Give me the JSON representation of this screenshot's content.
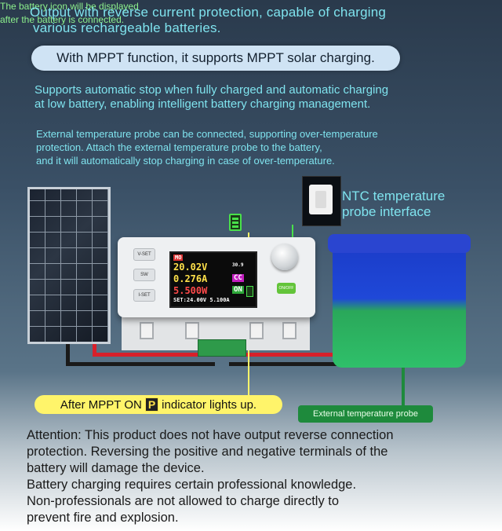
{
  "intro": {
    "line1": "Output with reverse current protection, capable of charging",
    "line2": "various rechargeable batteries."
  },
  "mppt_pill": "With MPPT function, it supports MPPT solar charging.",
  "autostop": {
    "line1": "Supports automatic stop when fully charged and automatic charging",
    "line2": "at low battery, enabling intelligent battery charging management."
  },
  "probe_desc": {
    "line1": "External temperature probe can be connected, supporting over-temperature",
    "line2": "protection. Attach the external temperature probe to the battery,",
    "line3": "and it will automatically stop charging in case of over-temperature."
  },
  "battery_note": {
    "line1": "The battery icon will be displayed",
    "line2": "after the battery is connected."
  },
  "ntc_label": {
    "line1": "NTC temperature",
    "line2": "probe interface"
  },
  "device": {
    "buttons": [
      "V-SET",
      "SW",
      "I-SET"
    ],
    "screen": {
      "mode": "MO",
      "voltage": "20.02V",
      "temp": "30.9",
      "current": "0.276A",
      "cc": "CC",
      "power": "5.500W",
      "on": "ON",
      "setpoint": "SET:24.00V 5.100A"
    },
    "onoff_label": "ON/OFF"
  },
  "mppt_note": {
    "before": "After MPPT ON",
    "indicator": "P",
    "after": "indicator lights up."
  },
  "ext_probe_label": "External temperature probe",
  "attention": {
    "line1": "Attention: This product does not have output reverse connection",
    "line2": "protection. Reversing the positive and negative terminals of the",
    "line3": "battery will damage the device.",
    "line4": "Battery charging requires certain professional knowledge.",
    "line5": "Non-professionals are not allowed to charge directly to",
    "line6": "prevent fire and explosion."
  },
  "colors": {
    "cyan_text": "#7fe3ee",
    "green_text": "#8df28d",
    "highlight_yellow": "#fff46a",
    "battery_blue": "#1f48d8",
    "battery_green": "#2fc06a"
  }
}
